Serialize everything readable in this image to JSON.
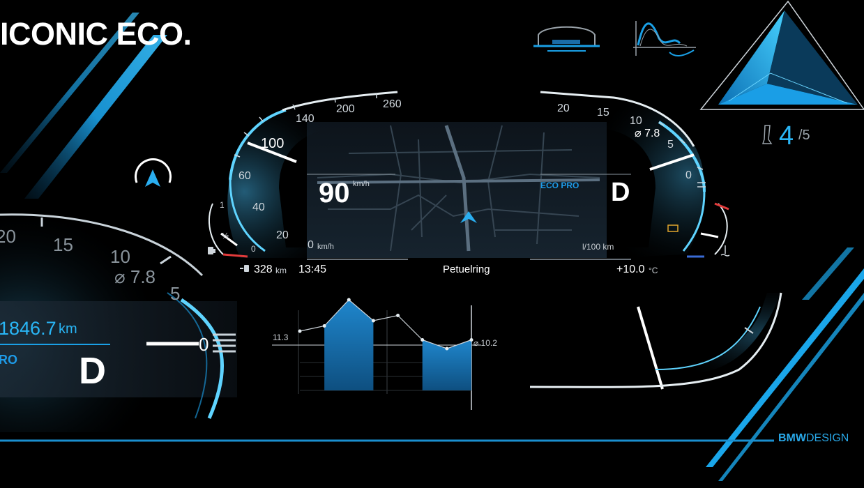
{
  "title": "ICONIC ECO.",
  "brand": {
    "bmw": "BMW",
    "design": "DESIGN"
  },
  "cluster": {
    "speed_ticks": [
      "0",
      "20",
      "40",
      "60",
      "100",
      "140",
      "200",
      "260"
    ],
    "speed_unit_ticks": "km/h",
    "speed_value": "90",
    "speed_unit": "km/h",
    "consumption_ticks": [
      "20",
      "15",
      "10",
      "5",
      "0"
    ],
    "avg_consumption": "⌀ 7.8",
    "consumption_unit": "l/100 km",
    "drive_mode": "ECO PRO",
    "gear": "D",
    "fuel_ticks": [
      "1",
      "½",
      "0"
    ],
    "range": "328",
    "range_unit": "km",
    "time": "13:45",
    "street": "Petuelring",
    "temperature": "+10.0",
    "temperature_unit": "°C"
  },
  "zoom": {
    "ticks": [
      "20",
      "15",
      "10",
      "5",
      "0"
    ],
    "avg": "⌀ 7.8",
    "odometer": "1846.7",
    "odometer_unit": "km",
    "mode_partial": "RO",
    "gear": "D"
  },
  "efficiency": {
    "score": "4",
    "max": "/5"
  },
  "graph": {
    "left_label": "11.3",
    "right_label": "⌀ 10.2",
    "values": [
      11.0,
      11.3,
      12.8,
      11.6,
      11.9,
      10.5,
      10.0,
      10.5
    ],
    "avg": 10.2
  },
  "colors": {
    "accent": "#29b6f6",
    "accent_dark": "#0d7fc7",
    "background": "#000000"
  },
  "icons": [
    "navigation-arrow-icon",
    "car-front-icon",
    "waveform-icon",
    "eco-triangle-icon",
    "efficiency-pedal-icon",
    "fuel-pump-icon",
    "battery-icon",
    "coolant-temp-icon"
  ]
}
